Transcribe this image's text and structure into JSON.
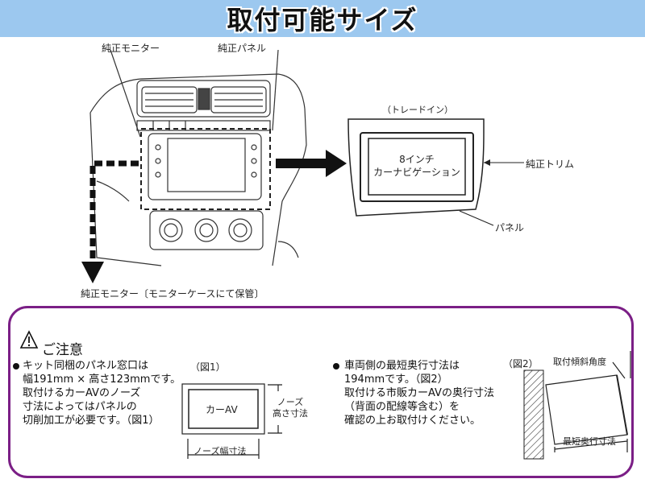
{
  "title": "取付可能サイズ",
  "diagram": {
    "label_oem_monitor": "純正モニター",
    "label_oem_panel": "純正パネル",
    "label_trade_in": "（トレードイン）",
    "screen_line1": "8インチ",
    "screen_line2": "カーナビゲーション",
    "label_oem_trim": "純正トリム",
    "label_panel": "パネル",
    "label_monitor_storage": "純正モニター〔モニターケースにて保管〕"
  },
  "notice": {
    "title": "ご注意",
    "left_lines": [
      "キット同梱のパネル窓口は",
      "幅191mm × 高さ123mmです。",
      "取付けるカーAVのノーズ",
      "寸法によってはパネルの",
      "切削加工が必要です。（図1）"
    ],
    "fig1_label": "（図1）",
    "fig1_box": "カーAV",
    "fig1_height_line1": "ノーズ",
    "fig1_height_line2": "高さ寸法",
    "fig1_width": "ノーズ幅寸法",
    "right_lines": [
      "車両側の最短奥行寸法は",
      "194mmです。（図2）",
      "取付ける市販カーAVの奥行寸法",
      "（背面の配線等含む）を",
      "確認の上お取付けください。"
    ],
    "fig2_label": "（図2）",
    "fig2_angle": "取付傾斜角度",
    "fig2_depth": "最短奥行寸法"
  },
  "colors": {
    "banner": "#9cc8ef",
    "border": "#7b1f86"
  }
}
